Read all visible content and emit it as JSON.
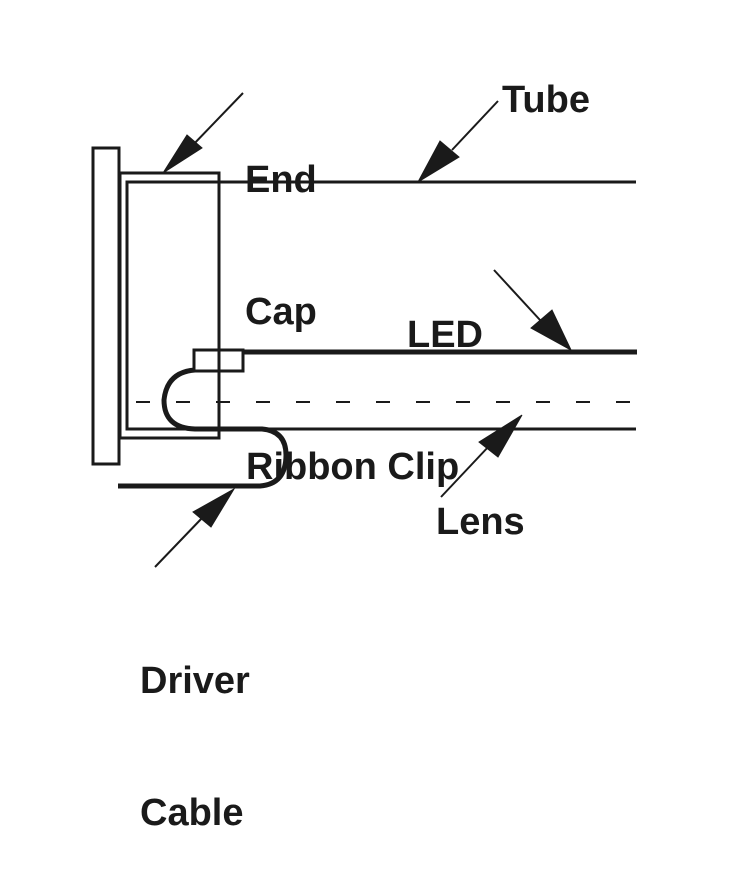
{
  "diagram": {
    "title": "LED tube end assembly",
    "stroke_color": "#1a1a1a",
    "background_color": "#ffffff",
    "labels": {
      "end_cap": [
        "End",
        "Cap"
      ],
      "tube": "Tube",
      "led_ribbon_clip": [
        "LED",
        "Ribbon Clip"
      ],
      "lens": "Lens",
      "driver_cable": [
        "Driver",
        "Cable"
      ]
    }
  }
}
